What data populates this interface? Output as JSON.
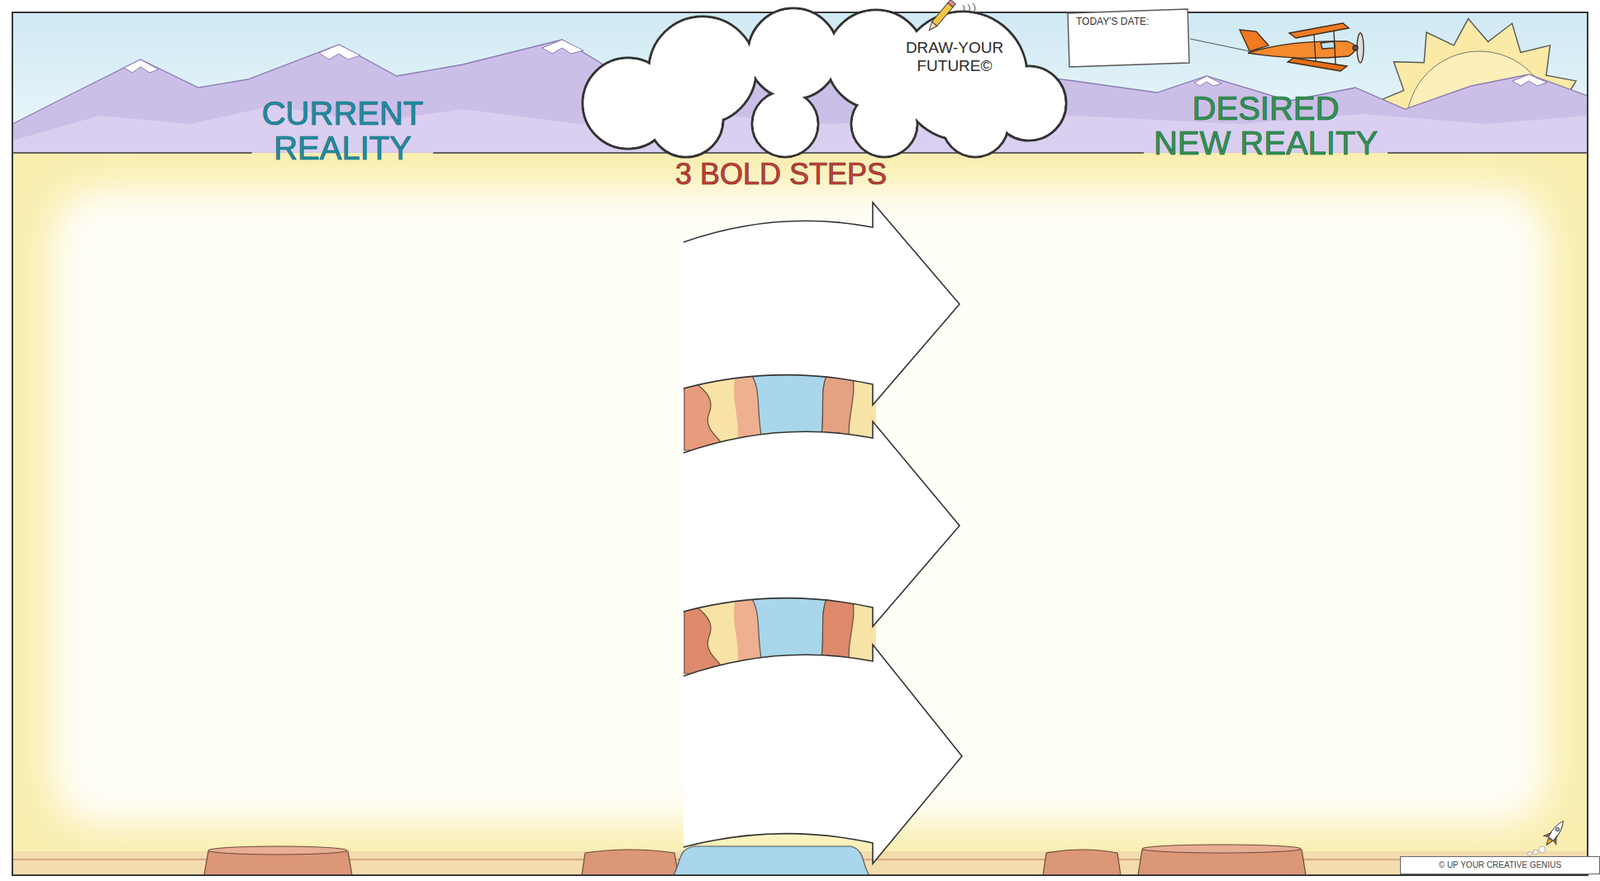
{
  "diagram": {
    "nodes": [
      {
        "text": [
          "DRAW-YOUR FUTURE©"
        ]
      },
      {
        "text": [
          "TODAY'S DATE:"
        ]
      },
      {
        "text": [
          "© UP YOUR CREATIVE GENIUS"
        ]
      }
    ],
    "labels": [
      "CURRENT REALITY",
      "3 BOLD STEPS",
      "DESIRED NEW REALITY"
    ]
  }
}
